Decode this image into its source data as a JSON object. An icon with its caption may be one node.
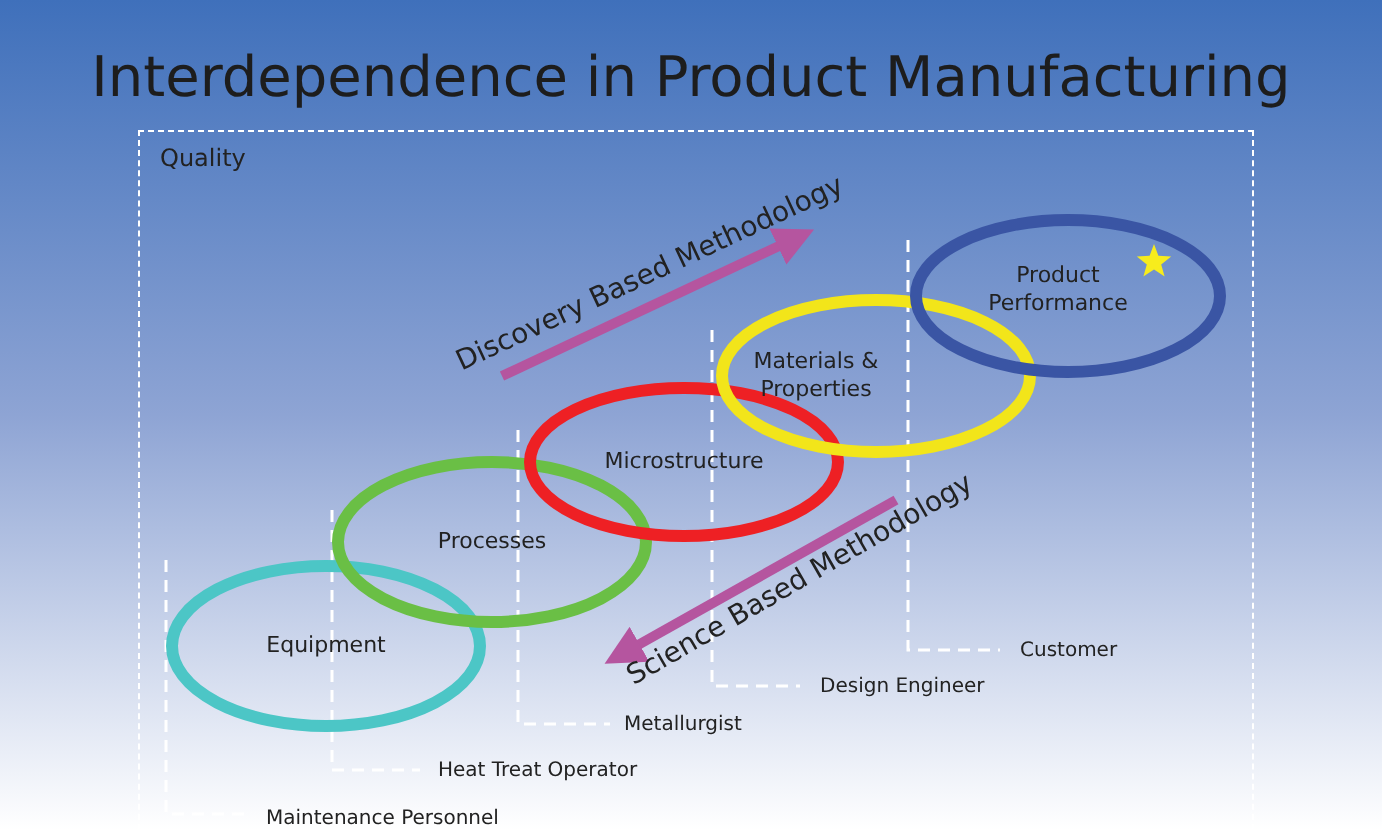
{
  "diagram": {
    "title": "Interdependence in Product Manufacturing",
    "nodes": [
      {
        "text": [
          "Quality"
        ]
      },
      {
        "text": [
          "Equipment"
        ],
        "in": 0
      },
      {
        "text": [
          "Processes"
        ],
        "in": 0
      },
      {
        "text": [
          "Microstructure"
        ],
        "in": 0
      },
      {
        "text": [
          "Materials & Properties"
        ],
        "in": 0
      },
      {
        "text": [
          "Product Performance"
        ],
        "in": 0
      }
    ],
    "edges": [],
    "labels": [
      "Discovery Based Methodology",
      "Science Based Methodology",
      "Customer",
      "Design Engineer",
      "Metallurgist",
      "Heat Treat Operator",
      "Maintenance Personnel"
    ]
  }
}
